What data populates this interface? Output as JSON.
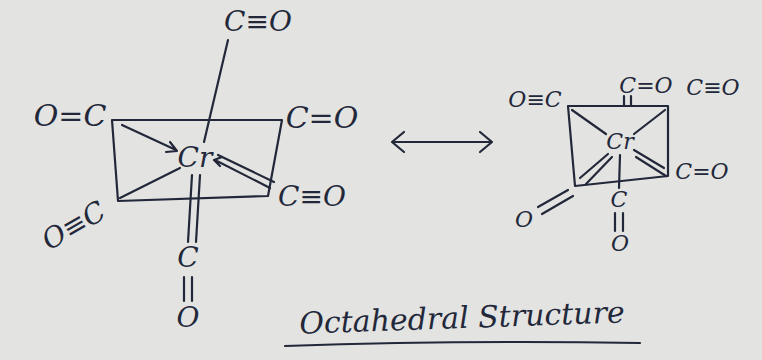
{
  "diagram": {
    "caption": "Octahedral Structure",
    "labels": [
      "O=C",
      "C≡O",
      "C=O",
      "C≡O",
      "O≡C",
      "Cr",
      "C",
      "O",
      "O≡C",
      "C=O",
      "C≡O",
      "C=O",
      "Cr",
      "O",
      "C",
      "O"
    ]
  }
}
